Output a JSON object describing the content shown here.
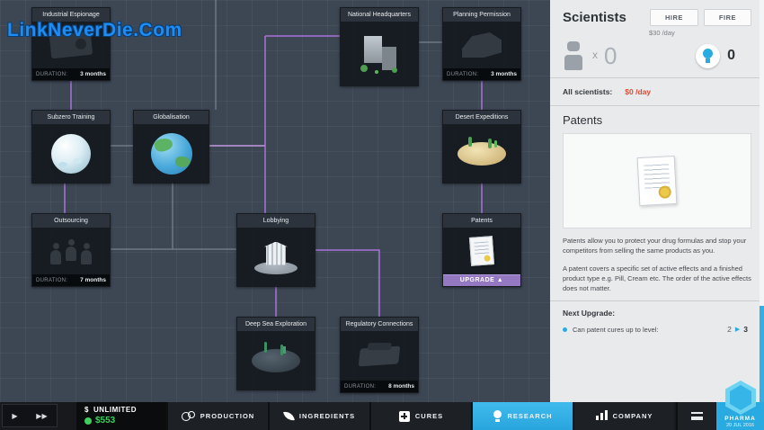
{
  "watermark": "LinkNeverDie.Com",
  "labels": {
    "duration": "DURATION:"
  },
  "tree": {
    "nodes": [
      {
        "title": "Industrial Espionage",
        "duration": "3 months"
      },
      {
        "title": "National Headquarters"
      },
      {
        "title": "Planning Permission",
        "duration": "3 months"
      },
      {
        "title": "Subzero Training"
      },
      {
        "title": "Globalisation"
      },
      {
        "title": "Desert Expeditions"
      },
      {
        "title": "Outsourcing",
        "duration": "7 months"
      },
      {
        "title": "Lobbying"
      },
      {
        "title": "Patents",
        "upgrade_label": "UPGRADE ▲"
      },
      {
        "title": "Deep Sea Exploration"
      },
      {
        "title": "Regulatory Connections",
        "duration": "8 months"
      }
    ]
  },
  "sidebar": {
    "scientists": {
      "title": "Scientists",
      "hire_label": "HIRE",
      "fire_label": "FIRE",
      "hire_cost": "$30 /day",
      "multiply": "X",
      "count": "0",
      "ideas": "0",
      "all_label": "All scientists:",
      "all_value": "$0 /day"
    },
    "patents": {
      "title": "Patents",
      "p1": "Patents allow you to protect your drug formulas and stop your competitors from selling the same products as you.",
      "p2": "A patent covers a specific set of active effects and a finished product type e.g. Pill, Cream etc. The order of the active effects does not matter.",
      "next_upgrade": "Next Upgrade:",
      "upgrade_desc": "Can patent cures up to level:",
      "level_from": "2",
      "level_arrow": "▶",
      "level_to": "3"
    }
  },
  "bottombar": {
    "play": "▶",
    "fast": "▶▶",
    "money_symbol": "$",
    "money_line1": "UNLIMITED",
    "money_value": "$553",
    "tabs": [
      {
        "label": "PRODUCTION"
      },
      {
        "label": "INGREDIENTS"
      },
      {
        "label": "CURES"
      },
      {
        "label": "RESEARCH"
      },
      {
        "label": "COMPANY"
      }
    ],
    "logo_text": "PHARMA",
    "date": "20 JUL 2016"
  },
  "colors": {
    "accent_blue": "#29abe2",
    "purple": "#a873d8",
    "money_green": "#3ecf5e",
    "alert_red": "#e04b33"
  }
}
